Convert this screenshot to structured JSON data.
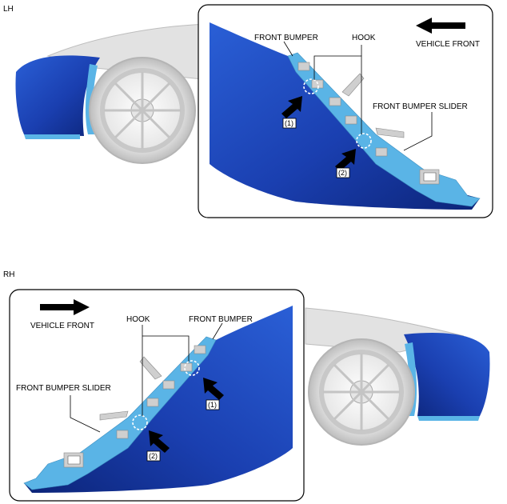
{
  "top": {
    "side": "LH",
    "direction": "VEHICLE FRONT",
    "labels": {
      "front_bumper": "FRONT BUMPER",
      "hook": "HOOK",
      "slider": "FRONT BUMPER SLIDER"
    },
    "steps": [
      "(1)",
      "(2)"
    ]
  },
  "bottom": {
    "side": "RH",
    "direction": "VEHICLE FRONT",
    "labels": {
      "front_bumper": "FRONT BUMPER",
      "hook": "HOOK",
      "slider": "FRONT BUMPER SLIDER"
    },
    "steps": [
      "(1)",
      "(2)"
    ]
  },
  "colors": {
    "bumper_dark": "#0d2a8a",
    "bumper_mid": "#1e4fc8",
    "slider": "#5ab4e6",
    "body_grey": "#d9d9d9",
    "outline": "#000000"
  }
}
